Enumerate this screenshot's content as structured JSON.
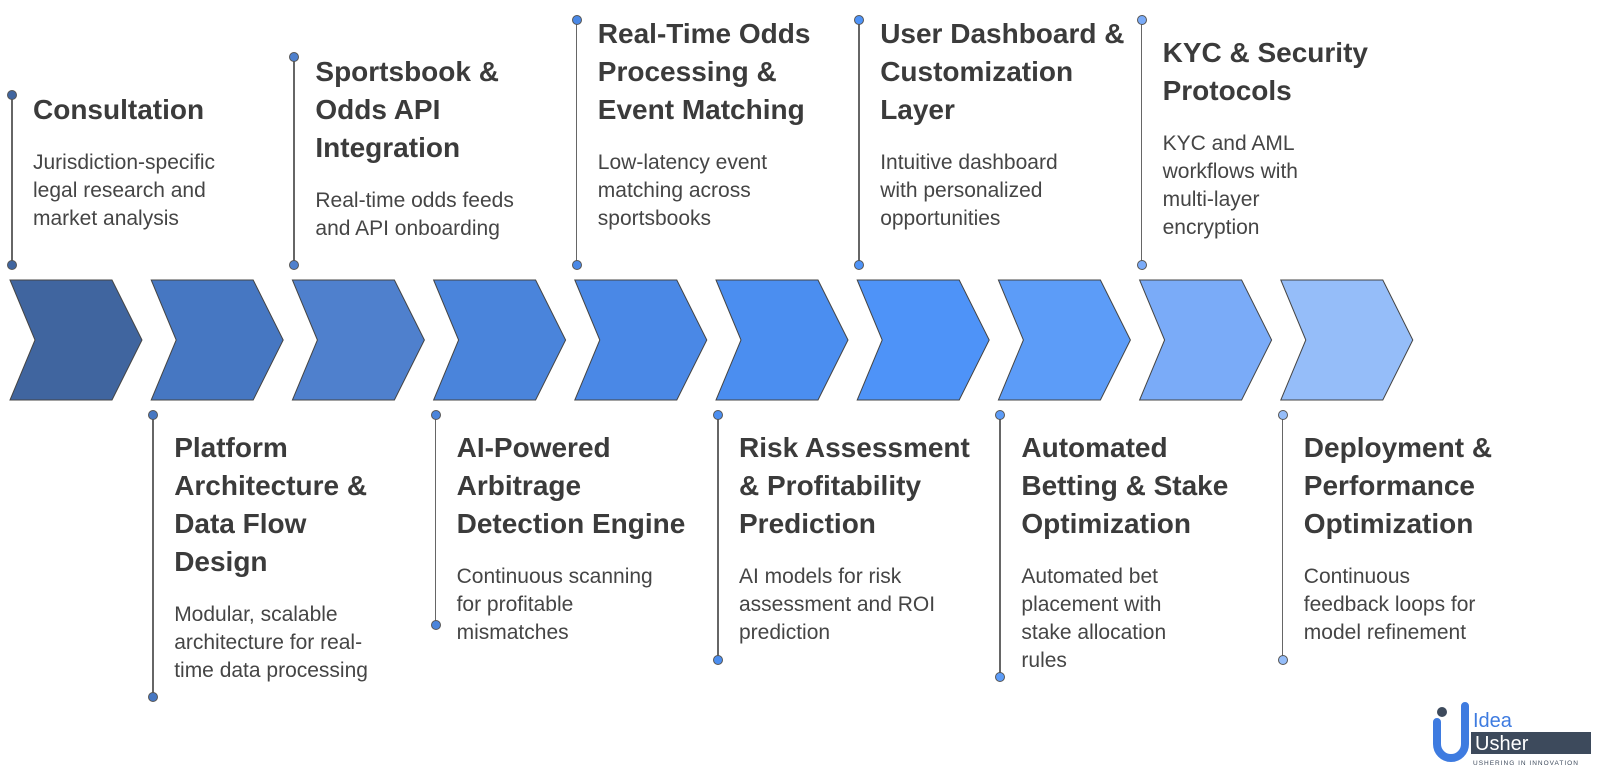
{
  "steps": [
    {
      "title": [
        "Consultation"
      ],
      "desc": [
        "Jurisdiction-specific",
        "legal research and",
        "market analysis"
      ],
      "position": "top",
      "color": "#40659f"
    },
    {
      "title": [
        "Platform",
        "Architecture &",
        "Data Flow",
        "Design"
      ],
      "desc": [
        "Modular, scalable",
        "architecture for real-",
        "time data processing"
      ],
      "position": "bottom",
      "color": "#4677c2"
    },
    {
      "title": [
        "Sportsbook &",
        "Odds API",
        "Integration"
      ],
      "desc": [
        "Real-time odds feeds",
        "and API onboarding"
      ],
      "position": "top",
      "color": "#4f80cd"
    },
    {
      "title": [
        "AI-Powered",
        "Arbitrage",
        "Detection Engine"
      ],
      "desc": [
        "Continuous scanning",
        "for profitable",
        "mismatches"
      ],
      "position": "bottom",
      "color": "#4a84db"
    },
    {
      "title": [
        "Real-Time Odds",
        "Processing &",
        "Event Matching"
      ],
      "desc": [
        "Low-latency event",
        "matching across",
        "sportsbooks"
      ],
      "position": "top",
      "color": "#4a88e6"
    },
    {
      "title": [
        "Risk Assessment",
        "& Profitability",
        "Prediction"
      ],
      "desc": [
        "AI models for risk",
        "assessment and ROI",
        "prediction"
      ],
      "position": "bottom",
      "color": "#4b8ef0"
    },
    {
      "title": [
        "User Dashboard &",
        "Customization",
        "Layer"
      ],
      "desc": [
        "Intuitive dashboard",
        "with personalized",
        "opportunities"
      ],
      "position": "top",
      "color": "#4e93f8"
    },
    {
      "title": [
        "Automated",
        "Betting & Stake",
        "Optimization"
      ],
      "desc": [
        "Automated bet",
        "placement with",
        "stake allocation",
        "rules"
      ],
      "position": "bottom",
      "color": "#5c9cf8"
    },
    {
      "title": [
        "KYC & Security",
        "Protocols"
      ],
      "desc": [
        "KYC and AML",
        "workflows with",
        "multi-layer",
        "encryption"
      ],
      "position": "top",
      "color": "#7aabf8"
    },
    {
      "title": [
        "Deployment &",
        "Performance",
        "Optimization"
      ],
      "desc": [
        "Continuous",
        "feedback loops for",
        "model refinement"
      ],
      "position": "bottom",
      "color": "#95bdf9"
    }
  ],
  "logo": {
    "line1": "Idea",
    "line2": "Usher",
    "tagline": "USHERING IN INNOVATION"
  }
}
